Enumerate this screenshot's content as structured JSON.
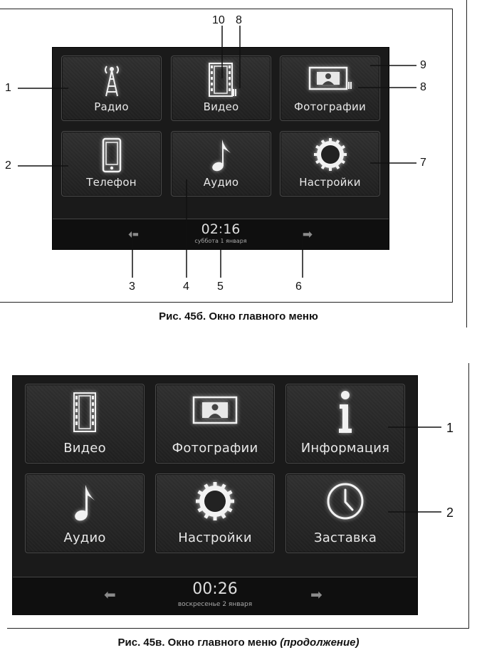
{
  "figure_b": {
    "caption": "Рис. 45б. Окно главного меню",
    "tiles": {
      "radio": "Радио",
      "video": "Видео",
      "photos": "Фотографии",
      "phone": "Телефон",
      "audio": "Аудио",
      "settings": "Настройки"
    },
    "clock": "02:16",
    "date": "суббота 1 января",
    "callouts": [
      "1",
      "2",
      "3",
      "4",
      "5",
      "6",
      "7",
      "8",
      "9",
      "10",
      "8"
    ]
  },
  "figure_c": {
    "caption_main": "Рис. 45в. Окно главного меню",
    "caption_italic": "(продолжение)",
    "tiles": {
      "video": "Видео",
      "photos": "Фотографии",
      "info": "Информация",
      "audio": "Аудио",
      "settings": "Настройки",
      "screensaver": "Заставка"
    },
    "clock": "00:26",
    "date": "воскресенье 2 января",
    "callouts": [
      "1",
      "2"
    ]
  }
}
